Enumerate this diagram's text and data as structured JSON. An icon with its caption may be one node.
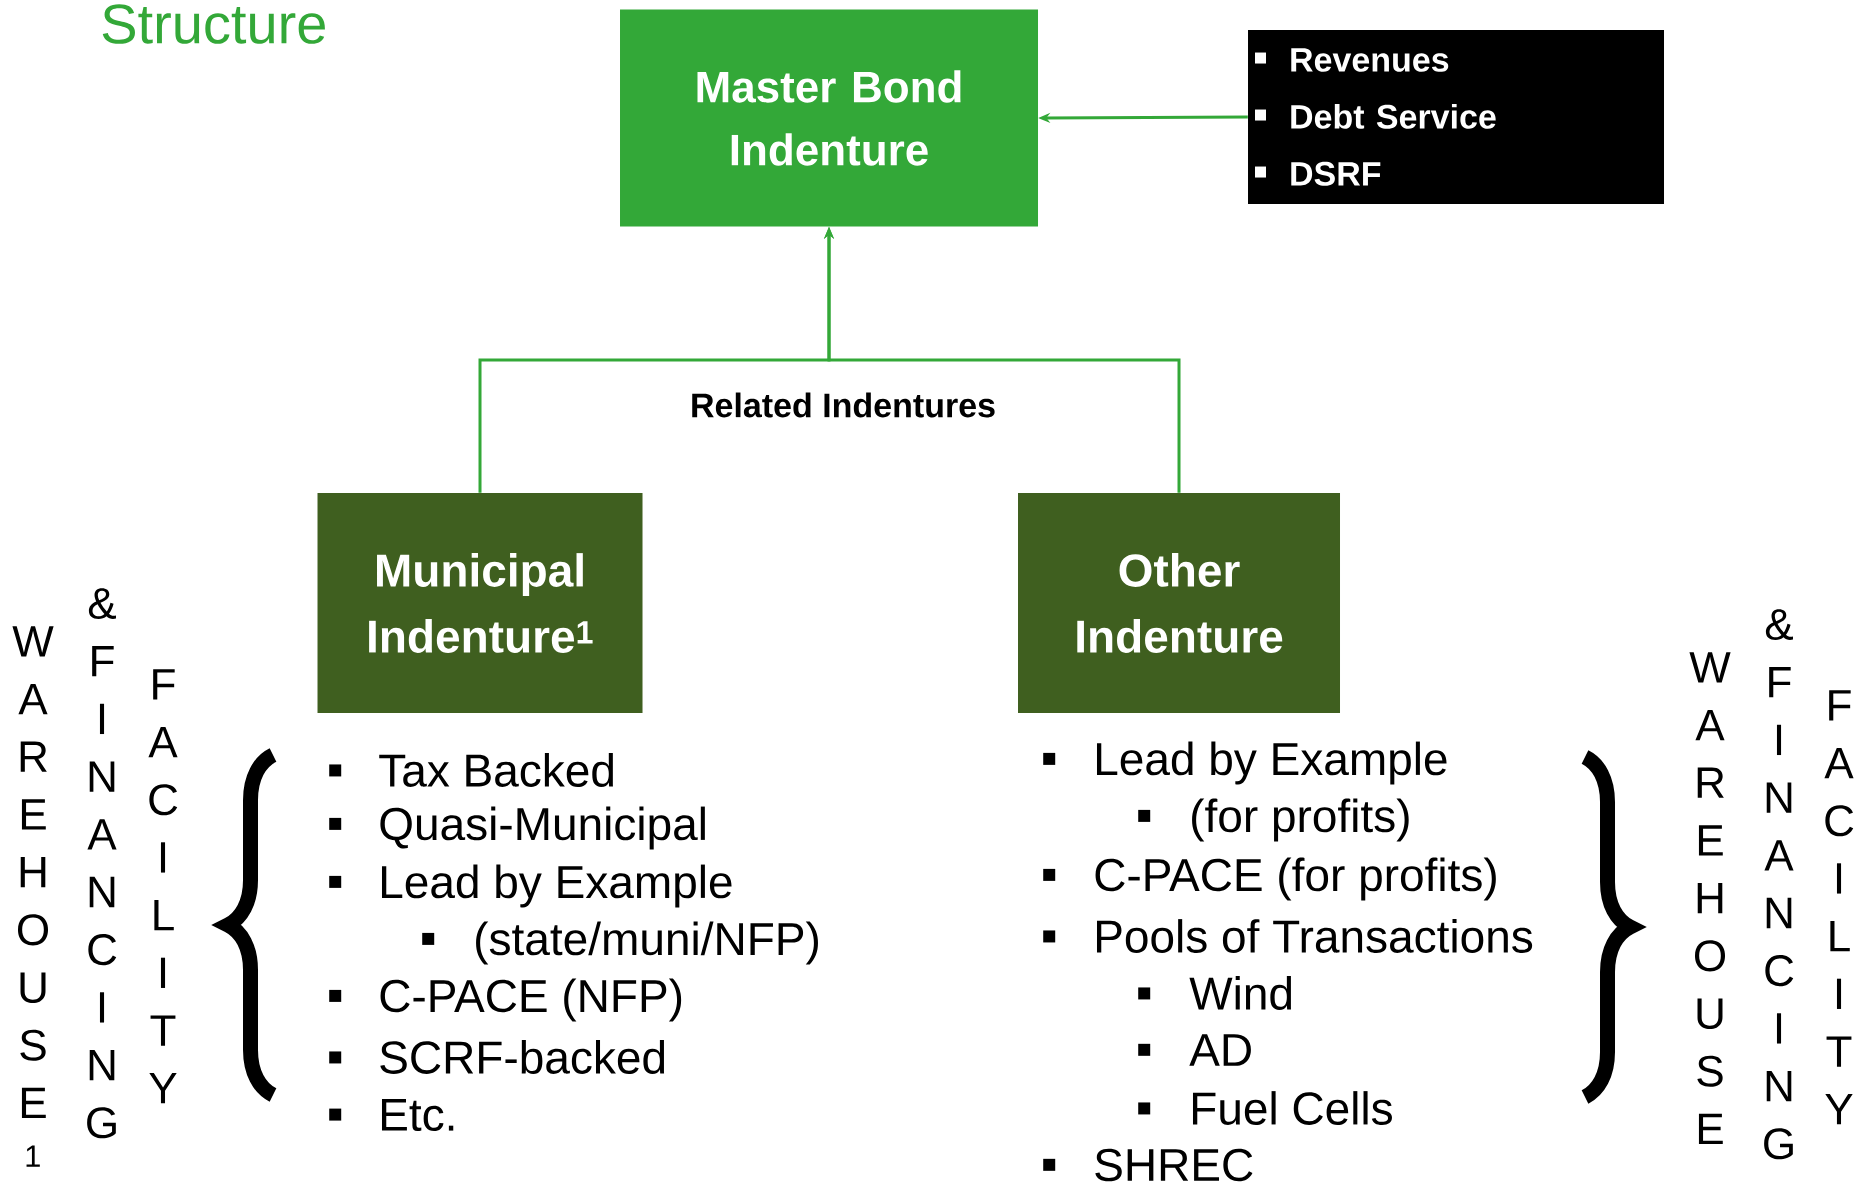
{
  "diagram": {
    "title": "Structure",
    "nodes": [
      {
        "text": [
          "Master Bond Indenture"
        ]
      },
      {
        "text": [
          "Revenues",
          "Debt Service",
          "DSRF"
        ]
      },
      {
        "text": [
          "Municipal Indenture$^{1}$"
        ],
        "beside": [
          "Tax Backed",
          "Quasi-Municipal",
          "Lead by Example",
          "(state/muni/NFP)",
          "C-PACE (NFP)",
          "SCRF-backed",
          "Etc."
        ]
      },
      {
        "text": [
          "Other Indenture"
        ],
        "beside": [
          "Lead by Example",
          "(for profits)",
          "C-PACE (for profits)",
          "Pools of Transactions",
          "Wind",
          "AD",
          "Fuel Cells",
          "SHREC"
        ]
      }
    ],
    "edges": [
      {
        "from": 2,
        "to": 0,
        "arrow": "to",
        "label": "Related Indentures"
      },
      {
        "from": 3,
        "to": 0,
        "arrow": "to"
      },
      {
        "from": 1,
        "to": 0,
        "arrow": "to"
      }
    ],
    "labels": [
      "WAREHOUSE$^{1}$",
      "& FINANCING",
      "FACILITY",
      "WAREHOUSE",
      "& FINANCING",
      "FACILITY"
    ]
  }
}
